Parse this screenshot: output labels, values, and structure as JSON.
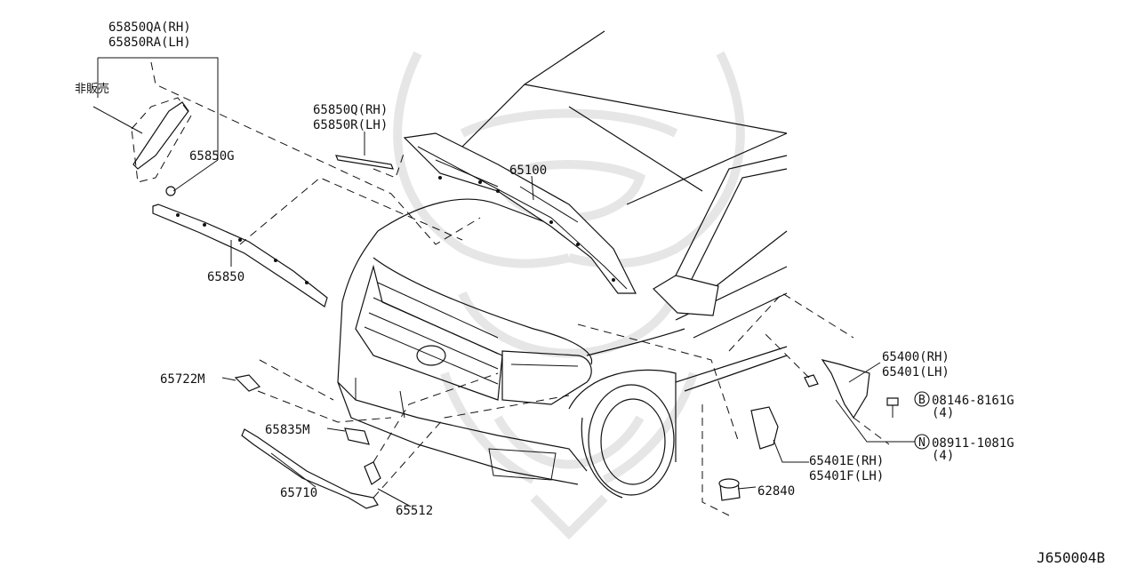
{
  "labels": {
    "p65850QA": "65850QA(RH)",
    "p65850RA": "65850RA(LH)",
    "not_sold": "非販売",
    "p65850G": "65850G",
    "p65850Q": "65850Q(RH)",
    "p65850R": "65850R(LH)",
    "p65100": "65100",
    "p65850": "65850",
    "p65722M": "65722M",
    "p65835M": "65835M",
    "p65710": "65710",
    "p65512": "65512",
    "p65400": "65400(RH)",
    "p65401": "65401(LH)",
    "bolt_marker": "B",
    "bolt_part": "08146-8161G",
    "bolt_qty": "(4)",
    "nut_marker": "N",
    "nut_part": "08911-1081G",
    "nut_qty": "(4)",
    "p65401E": "65401E(RH)",
    "p65401F": "65401F(LH)",
    "p62840": "62840",
    "diagram_code": "J650004B"
  }
}
